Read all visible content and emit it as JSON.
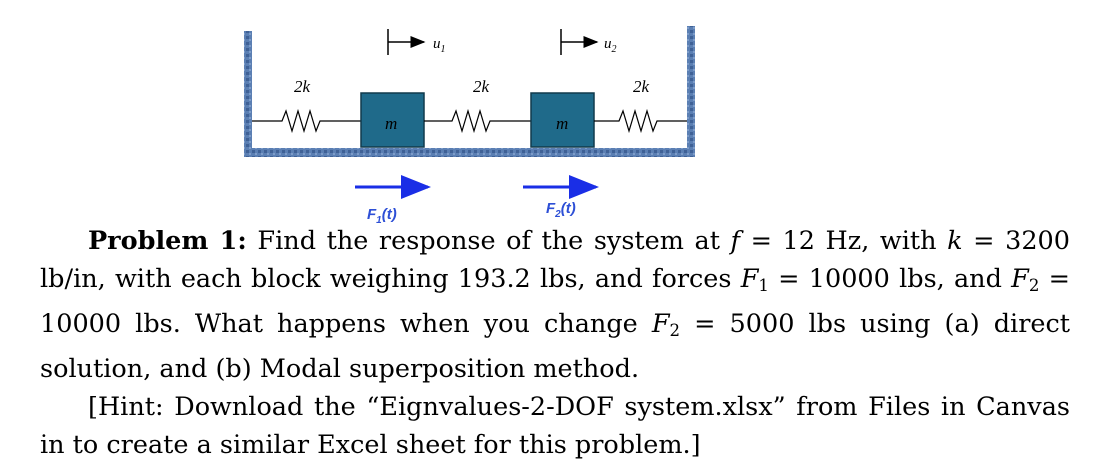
{
  "figure": {
    "spring_left_label": "2k",
    "spring_middle_label": "2k",
    "spring_right_label": "2k",
    "mass1_label": "m",
    "mass2_label": "m",
    "disp1_var": "u",
    "disp1_sub": "1",
    "disp2_var": "u",
    "disp2_sub": "2",
    "force1_var": "F",
    "force1_sub": "1",
    "force1_arg": "(t)",
    "force2_var": "F",
    "force2_sub": "2",
    "force2_arg": "(t)",
    "colors": {
      "mass_fill": "#1f6a8a",
      "wall": "#4a6fa5",
      "force_arrow": "#1a2ee6",
      "force_text": "#2d4fd6"
    }
  },
  "problem": {
    "label": "Problem 1:",
    "t1": " Find the response of the system at ",
    "f_var": "f",
    "t2": " = 12 Hz, with ",
    "k_var": "k",
    "t3": " = 3200 lb/in, with each block weighing 193.2 lbs, and forces ",
    "F1_var": "F",
    "F1_sub": "1",
    "t4": " = 10000 lbs, and ",
    "F2_var": "F",
    "F2_sub": "2",
    "t5": " = 10000 lbs. What happens when you change ",
    "F2b_var": "F",
    "F2b_sub": "2",
    "t6": " = 5000 lbs using (a) direct solution, and (b) Modal superposition method.",
    "hint": "[Hint: Download the “Eignvalues-2-DOF system.xlsx” from Files in Canvas in to create a similar Excel sheet for this problem.]"
  }
}
